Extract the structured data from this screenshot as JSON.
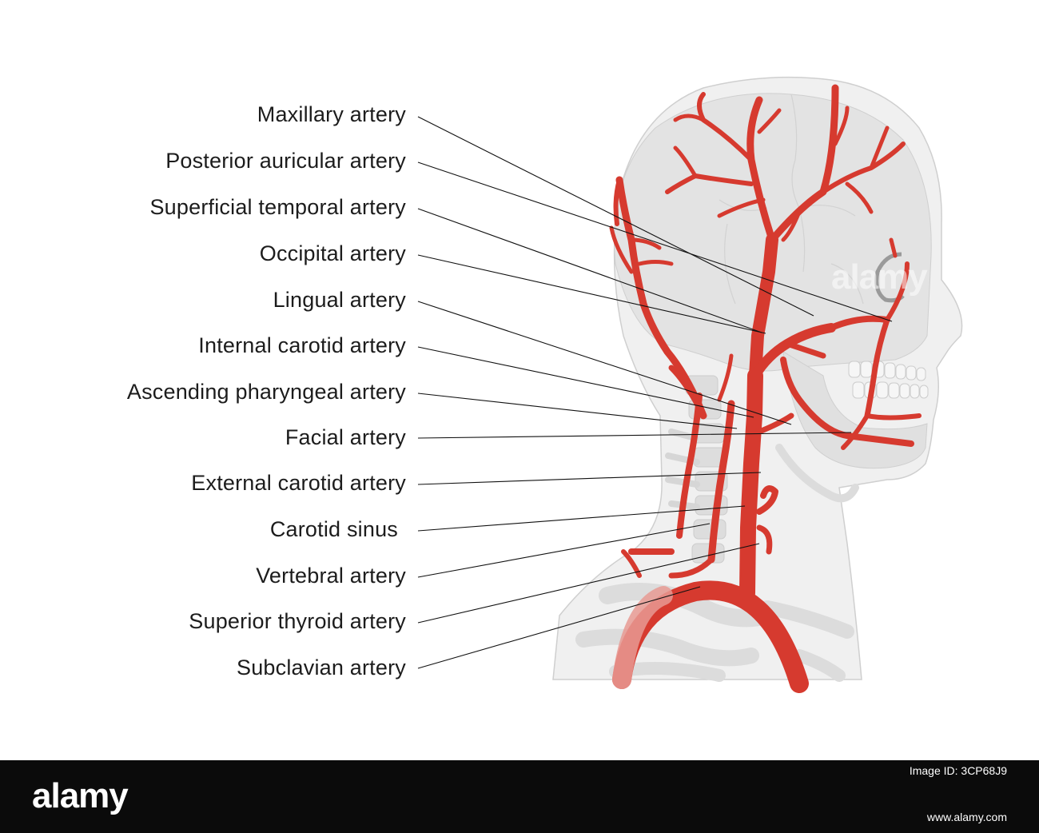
{
  "labels": [
    "Maxillary artery",
    "Posterior auricular artery",
    "Superficial temporal artery",
    "Occipital artery",
    "Lingual artery",
    "Internal carotid artery",
    "Ascending pharyngeal artery",
    "Facial artery",
    "External carotid artery",
    "Carotid sinus",
    "Vertebral artery",
    "Superior thyroid artery",
    "Subclavian artery"
  ],
  "colors": {
    "artery": "#d63a2f",
    "artery_dark": "#b92e25",
    "tissue": "#e3e3e3",
    "outline": "#c9c9c9",
    "leader": "#111111"
  },
  "footer": {
    "logo": "alamy",
    "image_id": "Image ID: 3CP68J9",
    "url": "www.alamy.com"
  },
  "watermark": "alamy"
}
